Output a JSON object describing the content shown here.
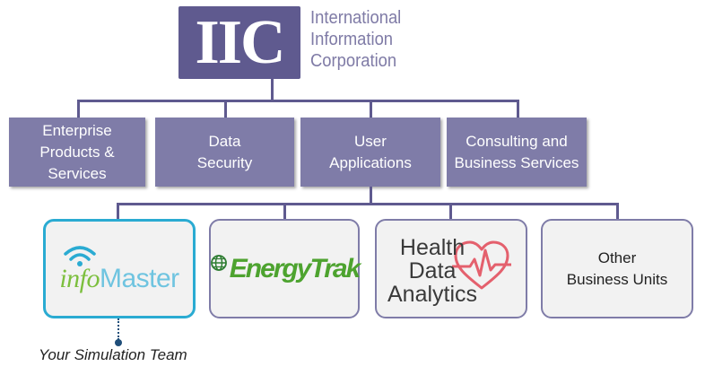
{
  "logo": {
    "letters": "IIC",
    "name_lines": [
      "International",
      "Information",
      "Corporation"
    ]
  },
  "divisions": [
    {
      "lines": [
        "Enterprise",
        "Products &",
        "Services"
      ]
    },
    {
      "lines": [
        "Data",
        "Security"
      ]
    },
    {
      "lines": [
        "User",
        "Applications"
      ]
    },
    {
      "lines": [
        "Consulting and",
        "Business Services"
      ]
    }
  ],
  "units": {
    "infomaster": {
      "prefix": "info",
      "suffix": "Master",
      "icon": "wifi-icon"
    },
    "energytrak": {
      "name": "EnergyTrak",
      "icon": "globe-icon"
    },
    "health": {
      "lines": [
        "Health",
        "Data",
        "Analytics"
      ],
      "icon": "heart-pulse-icon"
    },
    "other": {
      "lines": [
        "Other",
        "Business Units"
      ]
    }
  },
  "team_label": "Your Simulation Team",
  "colors": {
    "primary": "#5f5a8f",
    "division_fill": "#7f7ca8",
    "selected_border": "#2aabd2",
    "unit_fill": "#f2f2f2"
  }
}
